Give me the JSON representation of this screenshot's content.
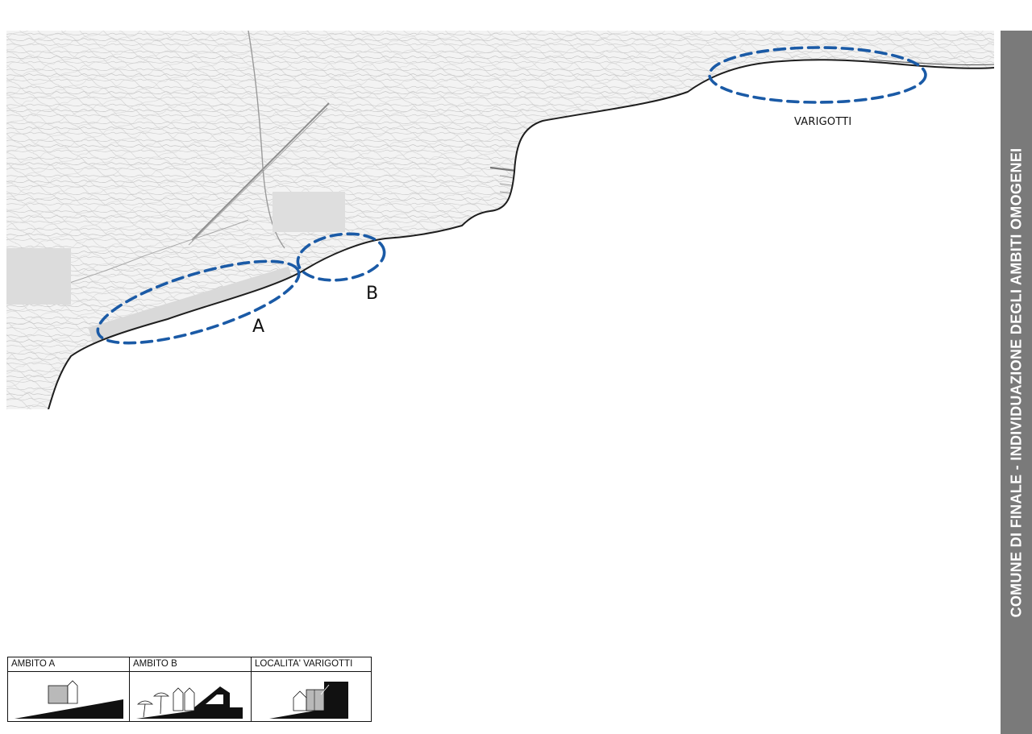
{
  "map": {
    "labels": {
      "zone_a": "A",
      "zone_b": "B",
      "zone_varigotti": "VARIGOTTI"
    },
    "ambit_outline_color": "#1a5aa6"
  },
  "side_banner": {
    "title": "COMUNE DI FINALE - INDIVIDUAZIONE DEGLI AMBITI OMOGENEI",
    "background": "#7a7a7a"
  },
  "legend": {
    "columns": [
      {
        "label": "AMBITO A",
        "icon": "ambito-a-section-icon"
      },
      {
        "label": "AMBITO B",
        "icon": "ambito-b-section-icon"
      },
      {
        "label": "LOCALITA' VARIGOTTI",
        "icon": "varigotti-section-icon"
      }
    ]
  }
}
